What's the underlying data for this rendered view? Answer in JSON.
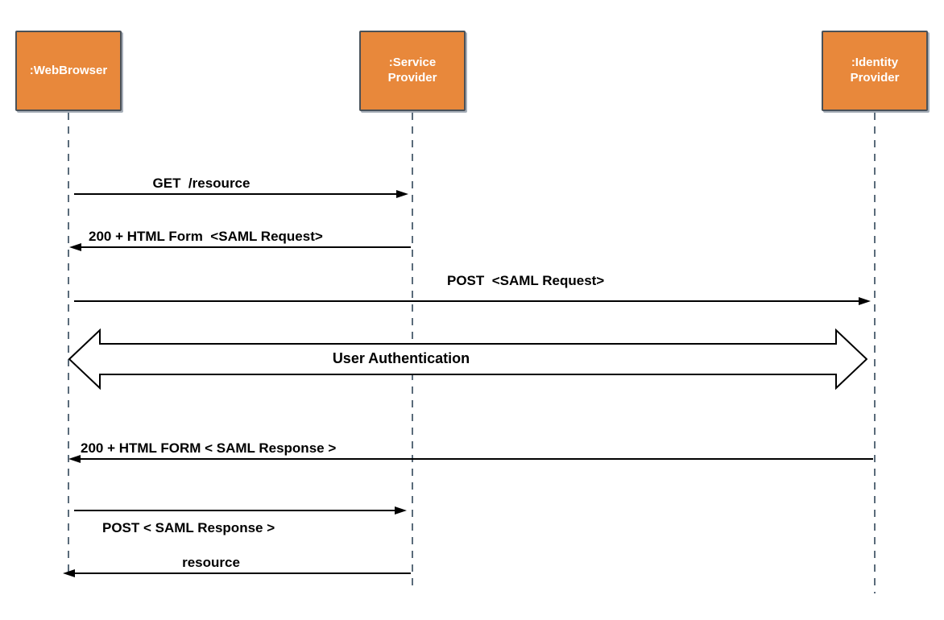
{
  "diagram_type": "uml-sequence-diagram",
  "actors": [
    {
      "id": "web-browser",
      "label": ":WebBrowser"
    },
    {
      "id": "service-provider",
      "label": ":Service\nProvider"
    },
    {
      "id": "identity-provider",
      "label": ":Identity\nProvider"
    }
  ],
  "messages": [
    {
      "label": "GET  /resource",
      "from": "web-browser",
      "to": "service-provider",
      "style": "solid-arrow"
    },
    {
      "label": "200 + HTML Form  <SAML Request>",
      "from": "service-provider",
      "to": "web-browser",
      "style": "solid-arrow"
    },
    {
      "label": "POST  <SAML Request>",
      "from": "web-browser",
      "to": "identity-provider",
      "style": "solid-arrow"
    },
    {
      "label": "User Authentication",
      "from": "web-browser",
      "to": "identity-provider",
      "style": "wide-hollow-double-arrow"
    },
    {
      "label": "200 + HTML FORM < SAML Response >",
      "from": "identity-provider",
      "to": "web-browser",
      "style": "solid-arrow"
    },
    {
      "label": "POST < SAML Response >",
      "from": "web-browser",
      "to": "service-provider",
      "style": "solid-arrow"
    },
    {
      "label": "resource",
      "from": "service-provider",
      "to": "web-browser",
      "style": "solid-arrow"
    }
  ],
  "colors": {
    "actor_fill": "#E8883B",
    "actor_border": "#4A5158",
    "actor_text": "#FFFFFF",
    "lifeline": "#5A6B7A",
    "message_line": "#000000",
    "message_text": "#000000",
    "background": "#FFFFFF"
  }
}
